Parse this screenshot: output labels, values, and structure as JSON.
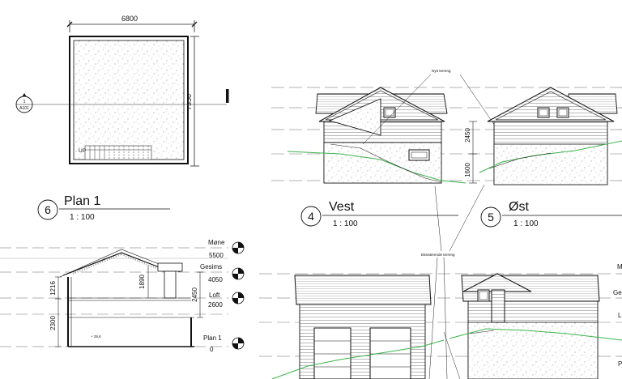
{
  "plan": {
    "dim_width": "6800",
    "dim_height": "7350",
    "up_label": "UP",
    "section_marker": {
      "number": "1",
      "sheet": "A101"
    },
    "view_number": "6",
    "view_title": "Plan 1",
    "view_scale": "1 : 100"
  },
  "section": {
    "dim_1216": "1216",
    "dim_2300": "2300",
    "dim_1890": "1890",
    "dim_2450": "2450",
    "spot_elevation": "+ 29,6",
    "levels": [
      {
        "name": "Møne",
        "value": "5500"
      },
      {
        "name": "Gesims",
        "value": "4050"
      },
      {
        "name": "Loft",
        "value": "2600"
      },
      {
        "name": "Plan 1",
        "value": "0"
      }
    ]
  },
  "vest": {
    "view_number": "4",
    "view_title": "Vest",
    "view_scale": "1 : 100",
    "note_new_terrain": "Nytt terreng",
    "note_existing_terrain": "Eksisterende terreng"
  },
  "ost": {
    "view_number": "5",
    "view_title": "Øst",
    "view_scale": "1 : 100",
    "dim_2450": "2450",
    "dim_1600": "1600"
  },
  "edge_labels": {
    "m": "M",
    "ge": "Ge",
    "l": "L",
    "p": "P"
  },
  "colors": {
    "line": "#1a1a1a",
    "terrain_new": "#3cb44b",
    "gray": "#888888"
  }
}
